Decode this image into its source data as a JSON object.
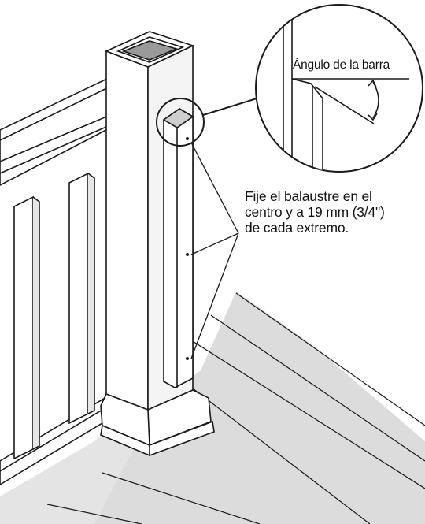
{
  "figure": {
    "detail_label": "Ángulo de la barra",
    "instruction_lines": [
      "Fije el balaustre en el",
      "centro y a 19 mm (3/4\")",
      "de cada extremo."
    ],
    "colors": {
      "line": "#1a1a1a",
      "post_cap_fill": "#9a9a9a",
      "deck_shading": "#dcdcdc",
      "background": "#ffffff"
    }
  }
}
